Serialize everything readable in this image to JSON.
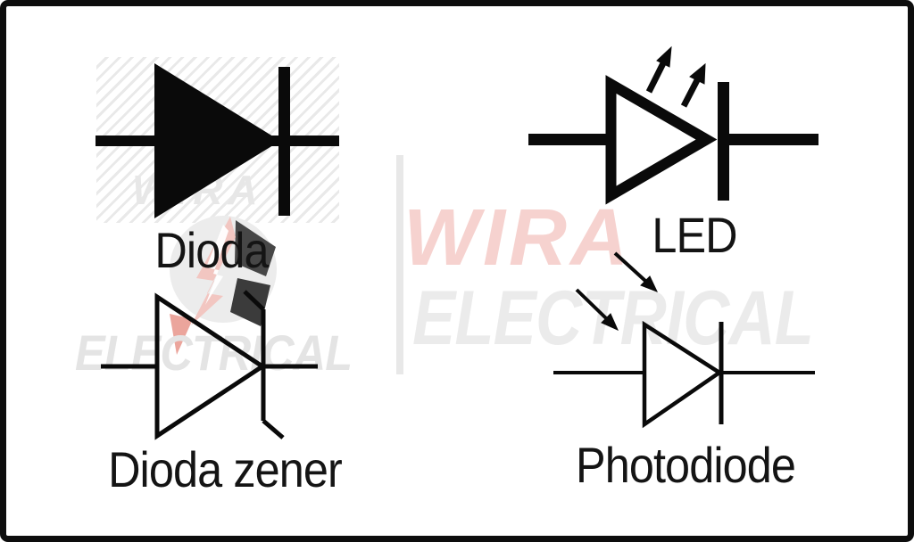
{
  "figure": {
    "description": "Diode schematic symbols chart"
  },
  "symbols": {
    "dioda": {
      "label": "Dioda"
    },
    "led": {
      "label": "LED"
    },
    "zener": {
      "label": "Dioda zener"
    },
    "photodiode": {
      "label": "Photodiode"
    }
  },
  "watermark": {
    "brand_top": "WIRA",
    "brand_bottom": "ELECTRICAL",
    "colors": {
      "brand_red": "#f6d2cf",
      "brand_gray": "#ebebeb",
      "bolt_salmon": "#f2c6c1",
      "bolt_red": "#eba59c"
    }
  },
  "colors": {
    "ink": "#0a0a0a",
    "border": "#0d0d0d",
    "background": "#ffffff",
    "hatch": "#e9e9e9"
  }
}
